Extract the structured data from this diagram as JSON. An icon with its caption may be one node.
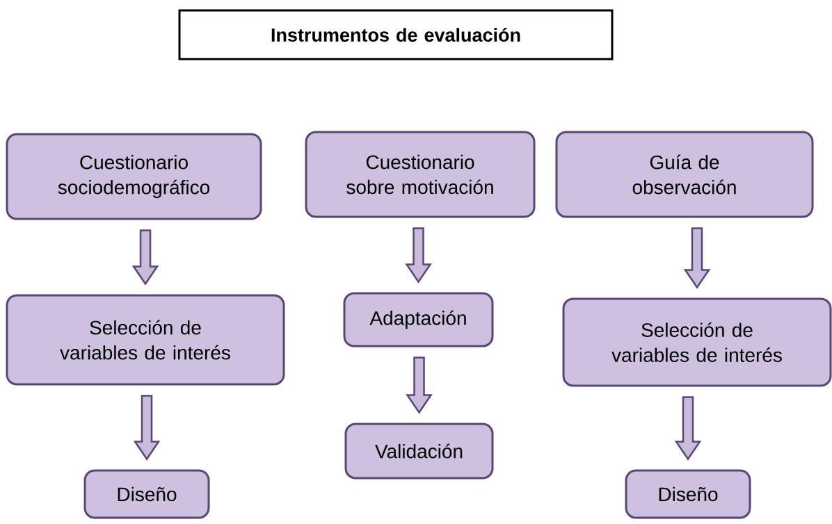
{
  "diagram": {
    "nodes": [
      {
        "text": [
          "Instrumentos de evaluación"
        ]
      },
      {
        "text": [
          "Cuestionario sociodemográfico"
        ]
      },
      {
        "text": [
          "Cuestionario sobre motivación"
        ]
      },
      {
        "text": [
          "Guía de observación"
        ]
      },
      {
        "text": [
          "Selección de variables de interés"
        ]
      },
      {
        "text": [
          "Adaptación"
        ]
      },
      {
        "text": [
          "Selección de variables de interés"
        ]
      },
      {
        "text": [
          "Diseño"
        ]
      },
      {
        "text": [
          "Validación"
        ]
      },
      {
        "text": [
          "Diseño"
        ]
      }
    ],
    "edges": [
      {
        "from": 1,
        "to": 4,
        "arrow": "to"
      },
      {
        "from": 4,
        "to": 7,
        "arrow": "to"
      },
      {
        "from": 2,
        "to": 5,
        "arrow": "to"
      },
      {
        "from": 5,
        "to": 8,
        "arrow": "to"
      },
      {
        "from": 3,
        "to": 6,
        "arrow": "to"
      },
      {
        "from": 6,
        "to": 9,
        "arrow": "to"
      }
    ]
  }
}
